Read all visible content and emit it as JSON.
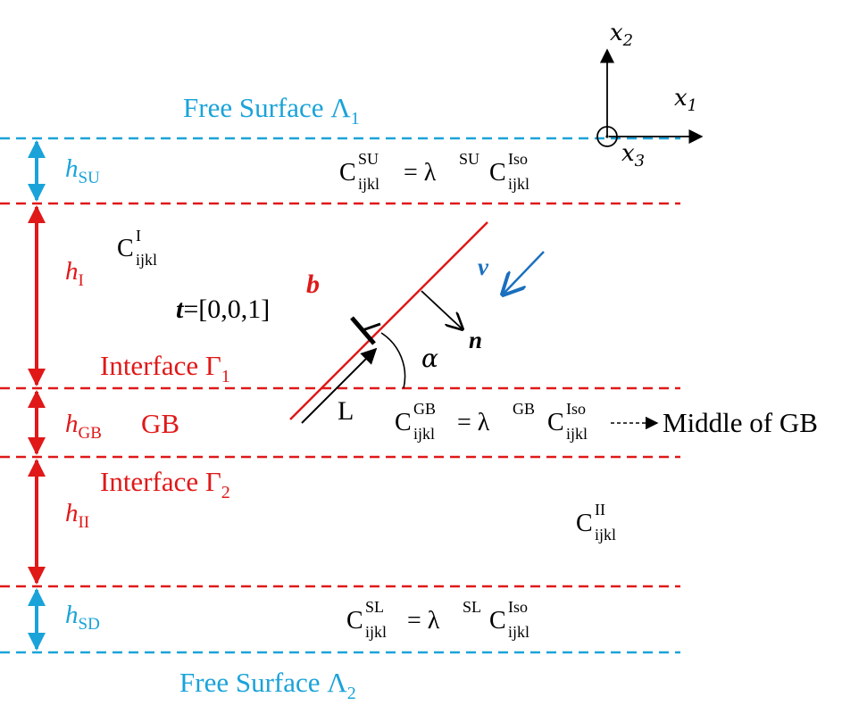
{
  "colors": {
    "surface": "#1aa3d9",
    "interface": "#e01818",
    "text": "#000000",
    "velocity": "#1a6fbf"
  },
  "axes": {
    "x1": {
      "base": "x",
      "sub": "1"
    },
    "x2": {
      "base": "x",
      "sub": "2"
    },
    "x3": {
      "base": "x",
      "sub": "3"
    }
  },
  "surfaces": {
    "top": {
      "text": "Free Surface Λ",
      "sub": "1"
    },
    "bottom": {
      "text": "Free Surface Λ",
      "sub": "2"
    }
  },
  "interfaces": {
    "gamma1": {
      "text": "Interface Γ",
      "sub": "1"
    },
    "gamma2": {
      "text": "Interface Γ",
      "sub": "2"
    }
  },
  "thickness_labels": {
    "su": {
      "base": "h",
      "sub": "SU"
    },
    "i": {
      "base": "h",
      "sub": "I"
    },
    "gb": {
      "base": "h",
      "sub": "GB"
    },
    "ii": {
      "base": "h",
      "sub": "II"
    },
    "sd": {
      "base": "h",
      "sub": "SD"
    }
  },
  "gb_label": "GB",
  "stiffness": {
    "su": {
      "c": "C",
      "c_sup": "SU",
      "c_sub": "ijkl",
      "eq": "= λ",
      "l_sup": "SU",
      "c2": "C",
      "c2_sup": "Iso",
      "c2_sub": "ijkl"
    },
    "i": {
      "c": "C",
      "c_sup": "I",
      "c_sub": "ijkl"
    },
    "gb": {
      "c": "C",
      "c_sup": "GB",
      "c_sub": "ijkl",
      "eq": "= λ",
      "l_sup": "GB",
      "c2": "C",
      "c2_sup": "Iso",
      "c2_sub": "ijkl"
    },
    "ii": {
      "c": "C",
      "c_sup": "II",
      "c_sub": "ijkl"
    },
    "sd": {
      "c": "C",
      "c_sup": "SL",
      "c_sub": "ijkl",
      "eq": "= λ",
      "l_sup": "SL",
      "c2": "C",
      "c2_sup": "Iso",
      "c2_sub": "ijkl"
    }
  },
  "dislocation": {
    "t_symbol": "t",
    "t_value": "=[0,0,1]",
    "b": "b",
    "v": "v",
    "n": "n",
    "alpha": "α",
    "L": "L"
  },
  "middle_of_gb": "Middle of GB"
}
